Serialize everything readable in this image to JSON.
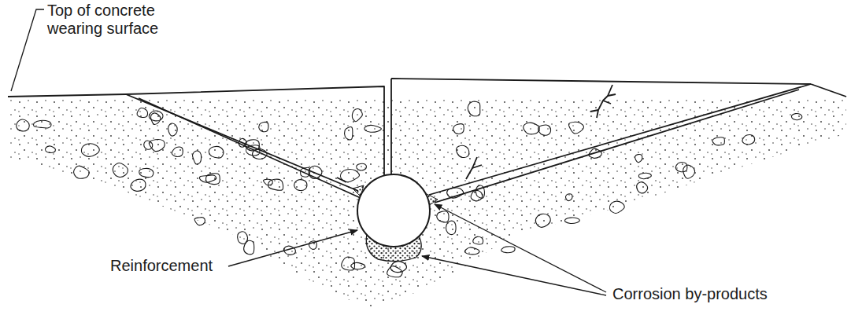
{
  "diagram": {
    "labels": [
      "Top of concrete wearing surface",
      "Reinforcement",
      "Corrosion by-products"
    ]
  }
}
